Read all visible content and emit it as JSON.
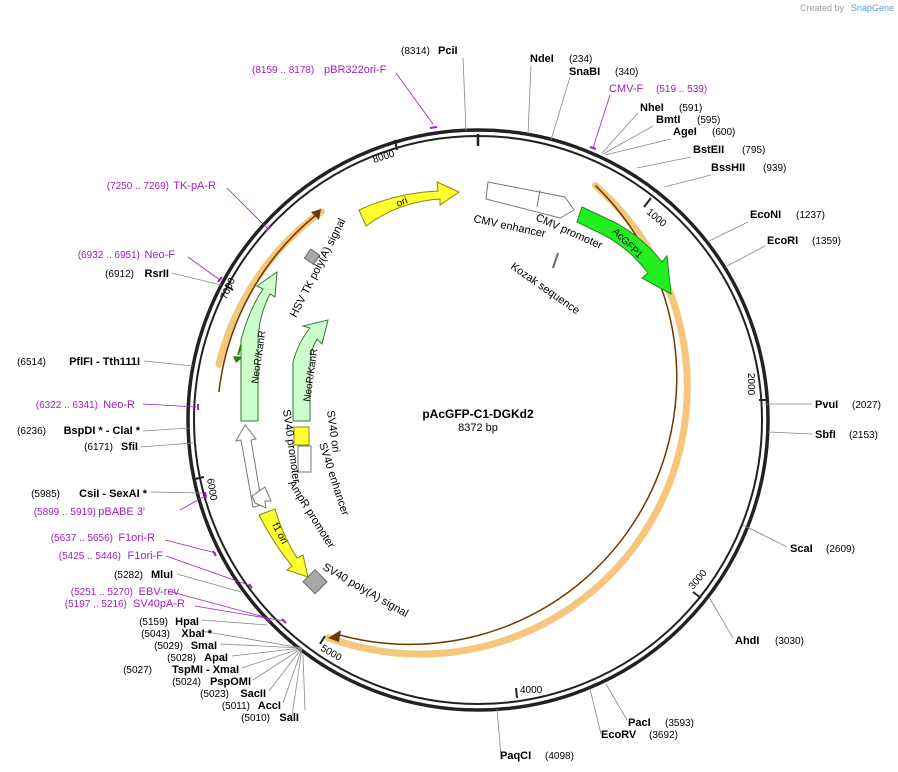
{
  "plasmid": {
    "name": "pAcGFP-C1-DGKd2",
    "length_label": "8372 bp",
    "total_bp": 8372
  },
  "credit": {
    "prefix": "Created by",
    "brand": "SnapGene"
  },
  "ticks": [
    "1000",
    "2000",
    "3000",
    "4000",
    "5000",
    "6000",
    "7000",
    "8000"
  ],
  "enzymes": [
    {
      "name": "PciI",
      "pos": "(8314)"
    },
    {
      "name": "NdeI",
      "pos": "(234)"
    },
    {
      "name": "SnaBI",
      "pos": "(340)"
    },
    {
      "name": "NheI",
      "pos": "(591)"
    },
    {
      "name": "BmtI",
      "pos": "(595)"
    },
    {
      "name": "AgeI",
      "pos": "(600)"
    },
    {
      "name": "BstEII",
      "pos": "(795)"
    },
    {
      "name": "BssHII",
      "pos": "(939)"
    },
    {
      "name": "EcoNI",
      "pos": "(1237)"
    },
    {
      "name": "EcoRI",
      "pos": "(1359)"
    },
    {
      "name": "PvuI",
      "pos": "(2027)"
    },
    {
      "name": "SbfI",
      "pos": "(2153)"
    },
    {
      "name": "ScaI",
      "pos": "(2609)"
    },
    {
      "name": "AhdI",
      "pos": "(3030)"
    },
    {
      "name": "PacI",
      "pos": "(3593)"
    },
    {
      "name": "EcoRV",
      "pos": "(3692)"
    },
    {
      "name": "PaqCI",
      "pos": "(4098)"
    },
    {
      "name": "SalI",
      "pos": "(5010)"
    },
    {
      "name": "AccI",
      "pos": "(5011)"
    },
    {
      "name": "SacII",
      "pos": "(5023)"
    },
    {
      "name": "PspOMI",
      "pos": "(5024)"
    },
    {
      "name": "TspMI  -  XmaI",
      "pos": "(5027)"
    },
    {
      "name": "ApaI",
      "pos": "(5028)"
    },
    {
      "name": "SmaI",
      "pos": "(5029)"
    },
    {
      "name": "XbaI *",
      "pos": "(5043)"
    },
    {
      "name": "HpaI",
      "pos": "(5159)"
    },
    {
      "name": "MluI",
      "pos": "(5282)"
    },
    {
      "name": "CsiI  -  SexAI *",
      "pos": "(5985)"
    },
    {
      "name": "SfiI",
      "pos": "(6171)"
    },
    {
      "name": "BspDI *  -  ClaI *",
      "pos": "(6236)"
    },
    {
      "name": "PflFI  -  Tth111I",
      "pos": "(6514)"
    },
    {
      "name": "RsrII",
      "pos": "(6912)"
    }
  ],
  "primers": [
    {
      "name": "pBR322ori-F",
      "pos": "(8159 .. 8178)"
    },
    {
      "name": "CMV-F",
      "pos": "(519 .. 539)"
    },
    {
      "name": "TK-pA-R",
      "pos": "(7250 .. 7269)"
    },
    {
      "name": "Neo-F",
      "pos": "(6932 .. 6951)"
    },
    {
      "name": "Neo-R",
      "pos": "(6322 .. 6341)"
    },
    {
      "name": "pBABE 3'",
      "pos": "(5899 .. 5919)"
    },
    {
      "name": "F1ori-R",
      "pos": "(5637 .. 5656)"
    },
    {
      "name": "F1ori-F",
      "pos": "(5425 .. 5446)"
    },
    {
      "name": "EBV-rev",
      "pos": "(5251 .. 5270)"
    },
    {
      "name": "SV40pA-R",
      "pos": "(5197 .. 5216)"
    }
  ],
  "features": {
    "cmv_enhancer": "CMV enhancer",
    "cmv_promoter": "CMV promoter",
    "acgfp1": "AcGFP1",
    "kozak": "Kozak sequence",
    "ori": "ori",
    "hsv_tk": "HSV TK poly(A) signal",
    "neokanr_outer": "NeoR/KanR",
    "neokanr_inner": "NeoR/KanR",
    "sv40_promoter": "SV40 promoter",
    "sv40_ori": "SV40 ori",
    "sv40_enhancer": "SV40 enhancer",
    "ampr_promoter": "AmpR promoter",
    "f1_ori": "f1 ori",
    "sv40_polya": "SV40 poly(A) signal"
  },
  "colors": {
    "backbone": "#222222",
    "orf_highlight": "#f5c77e",
    "primer": "#a020c0",
    "acgfp": "#22ee22",
    "ori": "#ffff00",
    "neo": "#ccffcc",
    "terminator": "#a8a8a8"
  }
}
